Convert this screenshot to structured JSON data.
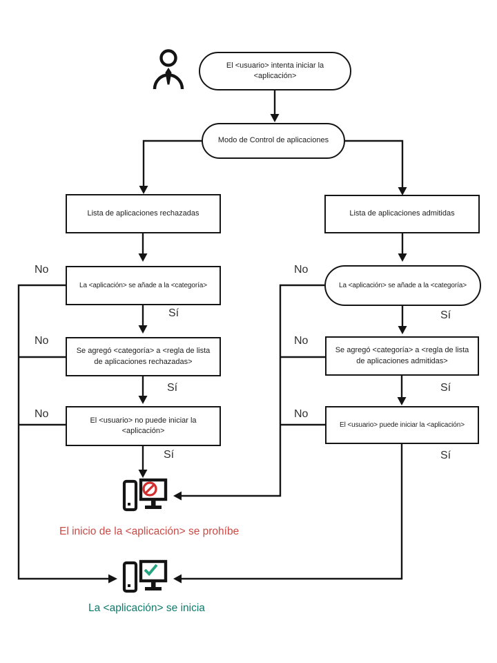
{
  "diagram": {
    "nodes": {
      "start": "El <usuario> intenta iniciar la <aplicación>",
      "mode": "Modo de Control de aplicaciones",
      "deny_list": "Lista de aplicaciones rechazadas",
      "deny_category": "La <aplicación> se añade a la <categoría>",
      "deny_rule": "Se agregó <categoría> a <regla de lista de aplicaciones rechazadas>",
      "deny_user": "El <usuario> no puede iniciar la <aplicación>",
      "allow_list": "Lista de aplicaciones admitidas",
      "allow_category": "La <aplicación> se añade a la <categoría>",
      "allow_rule": "Se agregó <categoría> a <regla de lista de aplicaciones admitidas>",
      "allow_user": "El <usuario> puede iniciar la <aplicación>"
    },
    "labels": {
      "yes": "Sí",
      "no": "No"
    },
    "outcomes": {
      "blocked": "El inicio de la <aplicación> se prohíbe",
      "started": "La <aplicación> se inicia"
    },
    "colors": {
      "stroke": "#141414",
      "blocked_text": "#cb4a45",
      "started_text": "#0e7a6b",
      "prohibit_sign": "#d22f2f",
      "check_sign": "#27a583"
    }
  }
}
